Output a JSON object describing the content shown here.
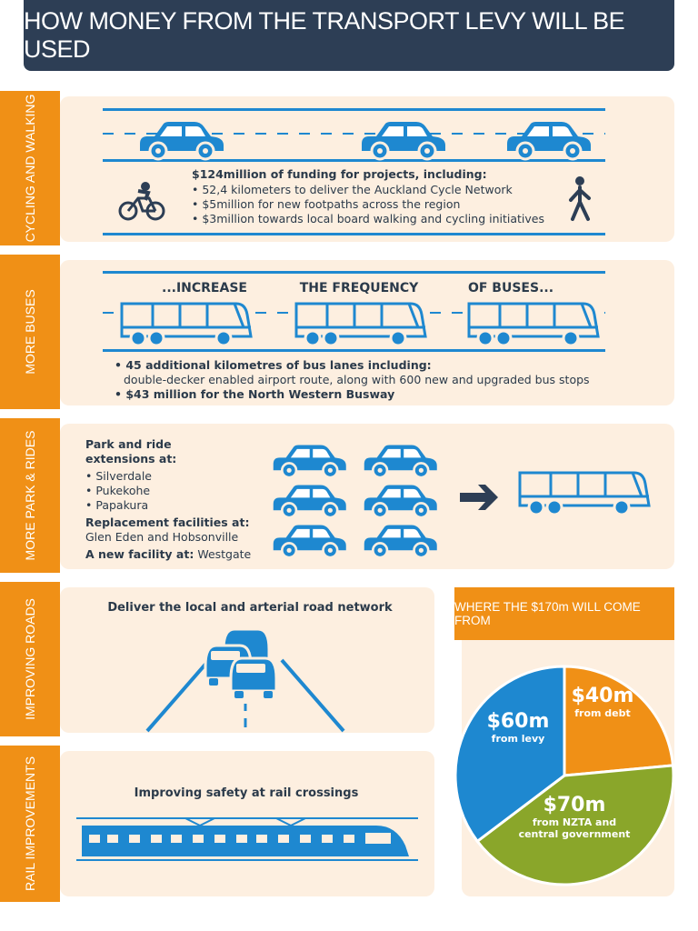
{
  "title": "HOW MONEY FROM THE TRANSPORT LEVY WILL BE USED",
  "colors": {
    "blue": "#1e88d0",
    "orange": "#f09016",
    "navy": "#2d3e55",
    "green": "#8aa62a",
    "panel": "#fdefe0"
  },
  "cycling": {
    "tab": "CYCLING AND WALKING",
    "headline": "$124million of funding for projects, including:",
    "items": [
      "• 52,4 kilometers to deliver the Auckland Cycle Network",
      "• $5million for new footpaths across the region",
      "• $3million towards local board walking and cycling initiatives"
    ],
    "icons": [
      "car-icon",
      "cyclist-icon",
      "pedestrian-icon"
    ]
  },
  "buses": {
    "tab": "MORE BUSES",
    "captions": [
      "...INCREASE",
      "THE FREQUENCY",
      "OF BUSES..."
    ],
    "line1": "• 45 additional kilometres of bus lanes including:",
    "line2": "double-decker enabled airport route, along with 600 new and upgraded bus stops",
    "line3": "• $43 million for the North Western Busway",
    "icons": [
      "bus-icon"
    ]
  },
  "parkride": {
    "tab": "MORE PARK & RIDES",
    "heading": "Park and ride extensions at:",
    "locations": [
      "• Silverdale",
      "• Pukekohe",
      "• Papakura"
    ],
    "replacement_heading": "Replacement facilities at:",
    "replacement_text": "Glen Eden and Hobsonville",
    "new_label": "A new facility at:",
    "new_value": "Westgate",
    "icons": [
      "car-icon",
      "arrow-right-icon",
      "bus-icon"
    ]
  },
  "roads": {
    "tab": "IMPROVING ROADS",
    "caption": "Deliver the local and arterial road network",
    "icons": [
      "traffic-cars-icon",
      "road-icon"
    ]
  },
  "rail": {
    "tab": "RAIL IMPROVEMENTS",
    "caption": "Improving safety at rail crossings",
    "icons": [
      "train-icon"
    ]
  },
  "funding": {
    "title": "WHERE THE $170m WILL COME FROM",
    "slices": [
      {
        "amount": "$40m",
        "source": "from debt",
        "value": 40,
        "color": "#f09016"
      },
      {
        "amount": "$70m",
        "source": "from NZTA and central government",
        "value": 70,
        "color": "#8aa62a"
      },
      {
        "amount": "$60m",
        "source": "from levy",
        "value": 60,
        "color": "#1e88d0"
      }
    ]
  }
}
